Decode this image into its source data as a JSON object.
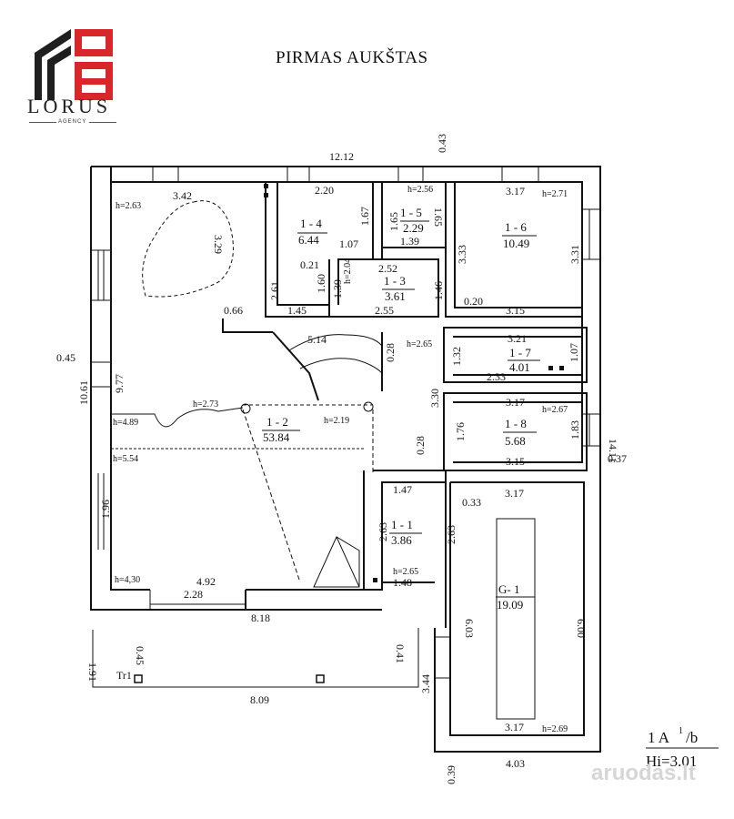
{
  "header": {
    "title": "PIRMAS AUKŠTAS",
    "logo_name": "LORUS",
    "logo_sub": "AGENCY"
  },
  "colors": {
    "logo_red": "#d8262b",
    "logo_dark": "#1f1f1f",
    "line": "#111111",
    "watermark": "#d6d6d6"
  },
  "watermark": {
    "text": "aruodas",
    "suffix": ".lt"
  },
  "sheet": {
    "top": "1 A",
    "sup": "1",
    "tail": "/b",
    "bottom": "Hi=3.01"
  },
  "rooms": {
    "r14": {
      "code": "1 - 4",
      "area": "6.44"
    },
    "r15": {
      "code": "1 - 5",
      "area": "2.29"
    },
    "r16": {
      "code": "1 - 6",
      "area": "10.49"
    },
    "r13": {
      "code": "1 - 3",
      "area": "3.61"
    },
    "r17": {
      "code": "1 - 7",
      "area": "4.01"
    },
    "r12": {
      "code": "1 - 2",
      "area": "53.84"
    },
    "r18": {
      "code": "1 - 8",
      "area": "5.68"
    },
    "r11": {
      "code": "1 - 1",
      "area": "3.86"
    },
    "g1": {
      "code": "G- 1",
      "area": "19.09"
    },
    "tr1": {
      "code": "Tr1"
    }
  },
  "dims": {
    "d_12_12": "12.12",
    "d_0_43": "0.43",
    "h_2_63a": "h=2.63",
    "d_3_42": "3.42",
    "d_3_29": "3.29",
    "d_2_20": "2.20",
    "d_1_67": "1.67",
    "d_1_07a": "1.07",
    "d_0_21": "0.21",
    "d_2_61": "2.61",
    "d_1_60": "1.60",
    "d_1_45": "1.45",
    "d_0_66": "0.66",
    "h_2_56": "h=2.56",
    "d_1_65a": "1.65",
    "d_1_65b": "1.65",
    "d_1_39": "1.39",
    "d_3_17a": "3.17",
    "h_2_71": "h=2.71",
    "d_3_33": "3.33",
    "d_3_31": "3.31",
    "d_0_20": "0.20",
    "d_3_15a": "3.15",
    "d_2_52": "2.52",
    "h_2_04": "h=2.04",
    "d_1_39b": "1.39",
    "d_1_46": "1.46",
    "d_2_55": "2.55",
    "d_5_14": "5.14",
    "d_0_28a": "0.28",
    "h_2_65a": "h=2.65",
    "d_1_32": "1.32",
    "d_3_21": "3.21",
    "d_1_07b": "1.07",
    "d_2_33": "2.33",
    "d_0_45a": "0.45",
    "d_10_61": "10.61",
    "d_9_77": "9.77",
    "h_2_73": "h=2.73",
    "h_4_89": "h=4.89",
    "h_2_19": "h=2.19",
    "d_3_30": "3.30",
    "d_3_17b": "3.17",
    "h_2_67": "h=2.67",
    "d_1_76": "1.76",
    "d_1_83": "1.83",
    "d_14_11": "14.11",
    "d_0_28b": "0.28",
    "h_5_54": "h=5.54",
    "d_3_15b": "3.15",
    "d_0_37": "0.37",
    "d_1_47": "1.47",
    "d_0_33": "0.33",
    "d_3_17c": "3.17",
    "d_1_96": "1.96",
    "d_2_63a": "2.63",
    "d_2_63b": "2.63",
    "h_4_30": "h=4,30",
    "d_4_92": "4.92",
    "d_2_28": "2.28",
    "h_2_65b": "h=2.65",
    "d_1_48": "1.48",
    "d_6_03": "6.03",
    "d_6_00": "6.00",
    "d_8_18": "8.18",
    "d_0_45b": "0.45",
    "d_0_41": "0.41",
    "d_1_91": "1.91",
    "d_8_09": "8.09",
    "d_3_44": "3.44",
    "d_3_17d": "3.17",
    "h_2_69": "h=2.69",
    "d_0_39": "0.39",
    "d_4_03": "4.03"
  }
}
